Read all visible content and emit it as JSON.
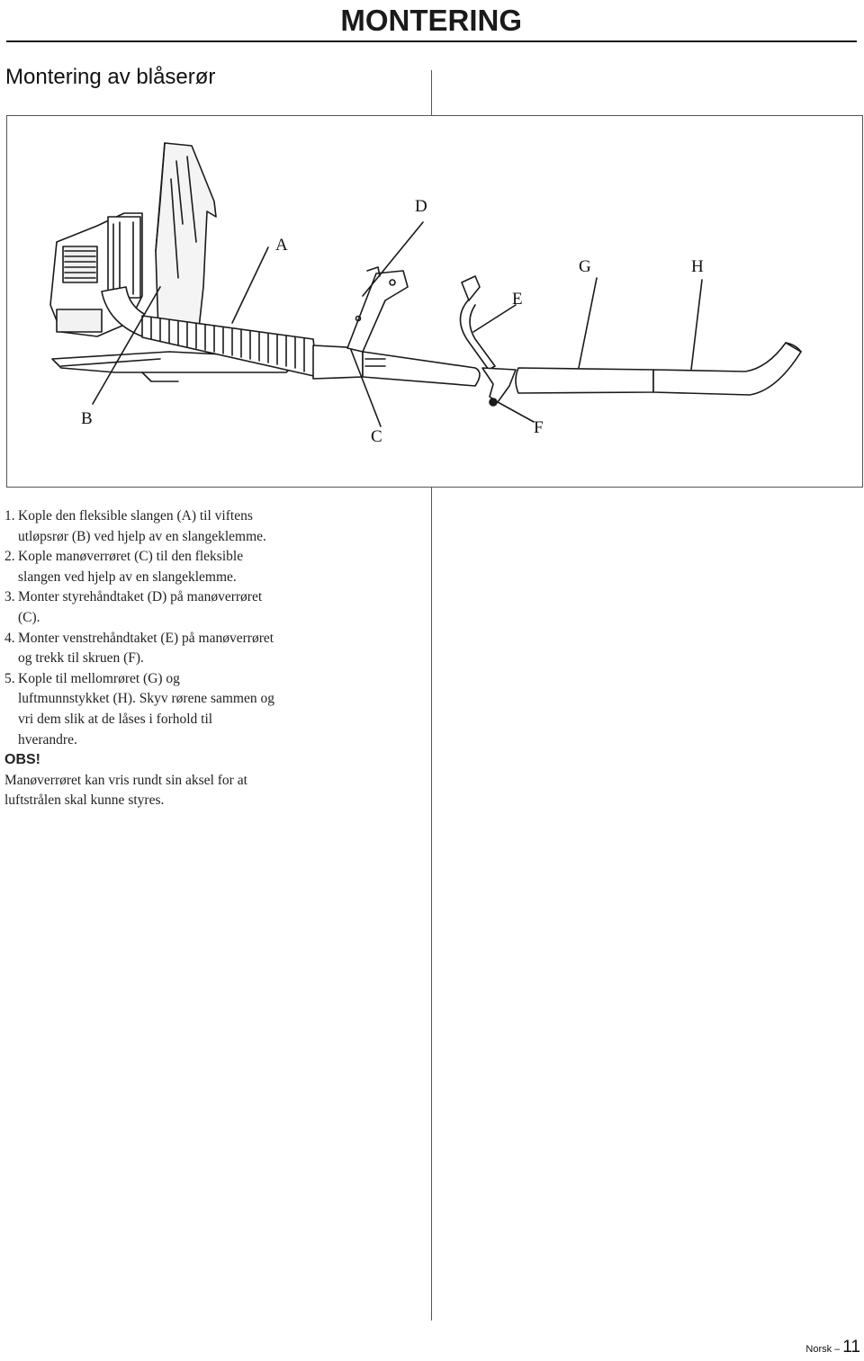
{
  "header": {
    "title": "MONTERING"
  },
  "section": {
    "title": "Montering av blåserør"
  },
  "figure": {
    "labels": {
      "A": "A",
      "B": "B",
      "C": "C",
      "D": "D",
      "E": "E",
      "F": "F",
      "G": "G",
      "H": "H"
    }
  },
  "steps": [
    {
      "num": "1.",
      "text": "Kople den fleksible slangen (A) til viftens utløpsrør (B) ved hjelp av en slangeklemme."
    },
    {
      "num": "2.",
      "text": "Kople manøverrøret (C) til den fleksible slangen ved hjelp av en slangeklemme."
    },
    {
      "num": "3.",
      "text": "Monter styrehåndtaket (D) på manøverrøret (C)."
    },
    {
      "num": "4.",
      "text": "Monter venstrehåndtaket (E) på manøverrøret og trekk til skruen (F)."
    },
    {
      "num": "5.",
      "text": "Kople til mellomrøret (G) og luftmunnstykket (H). Skyv rørene sammen og vri dem slik at de låses i forhold til hverandre."
    }
  ],
  "note": {
    "title": "OBS!",
    "text": "Manøverrøret kan vris rundt sin aksel for at luftstrålen skal kunne styres."
  },
  "footer": {
    "language": "Norsk",
    "dash": "–",
    "page": "11"
  }
}
